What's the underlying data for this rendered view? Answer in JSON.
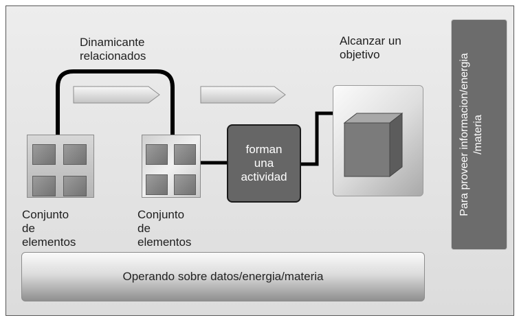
{
  "labels": {
    "dynamic": "Dinamicante\nrelacionados",
    "goal": "Alcanzar un\nobjetivo",
    "set_1": "Conjunto\nde\nelementos",
    "set_2": "Conjunto\nde\nelementos",
    "activity": "forman\nuna\nactividad",
    "bottom": "Operando sobre datos/energia/materia",
    "side": "Para proveer informacion/energia\n/materia"
  },
  "colors": {
    "background": "#e4e4e4",
    "activity_box": "#666666",
    "side_panel": "#6c6c6c",
    "connector": "#000000"
  }
}
